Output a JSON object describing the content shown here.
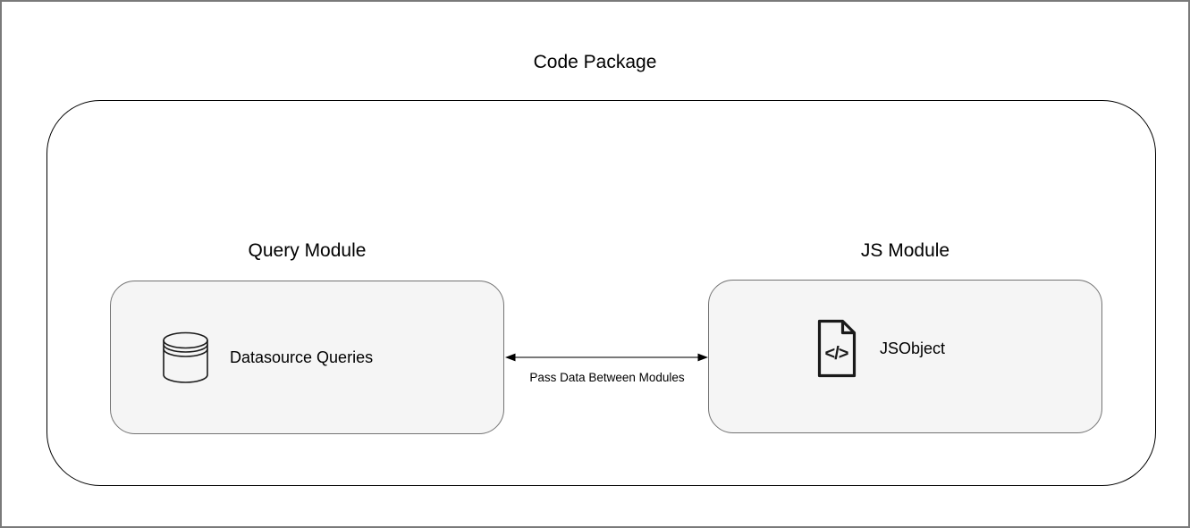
{
  "diagram": {
    "title": "Code Package",
    "package": {
      "name": "code-package",
      "modules": [
        {
          "title": "Query Module",
          "item": "Datasource Queries",
          "icon": "database-icon"
        },
        {
          "title": "JS Module",
          "item": "JSObject",
          "icon": "code-file-icon"
        }
      ],
      "connector": {
        "label": "Pass Data Between Modules",
        "style": "double-headed-arrow"
      }
    },
    "icons": {
      "code_glyph": "</>"
    },
    "colors": {
      "background": "#ffffff",
      "frame_border": "#7a7a7a",
      "outer_border": "#000000",
      "module_fill": "#f5f5f5",
      "module_border": "#737373",
      "arrow": "#4d4d4d",
      "text": "#000000"
    }
  }
}
